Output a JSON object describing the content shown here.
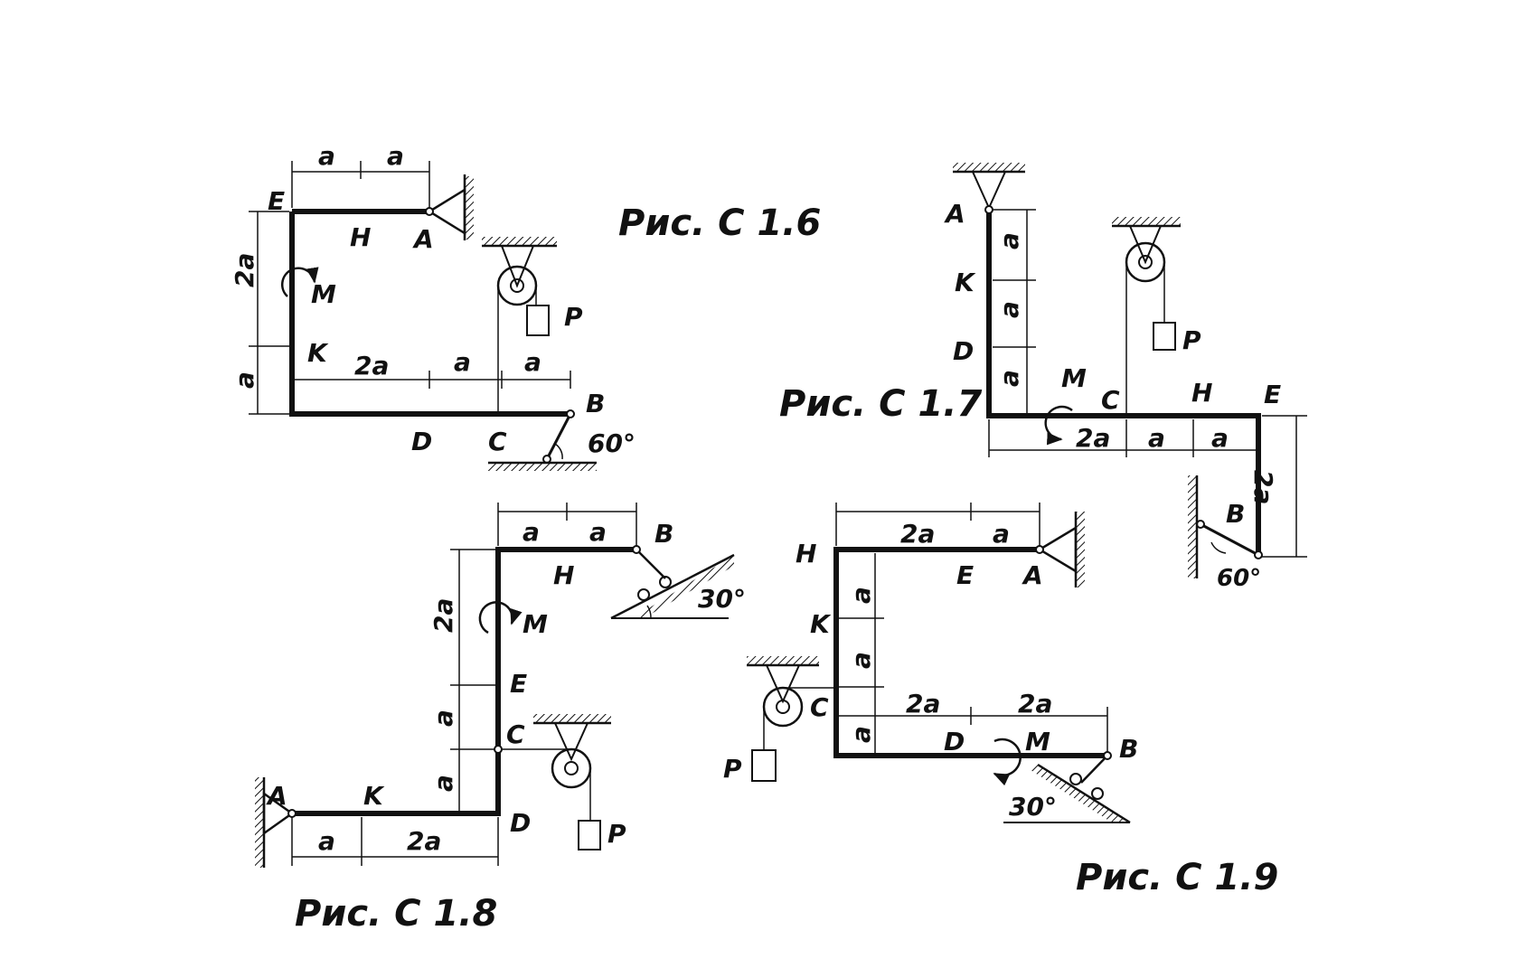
{
  "figures": [
    {
      "id": "c16",
      "caption": "Рис. С 1.6",
      "points": [
        "E",
        "H",
        "A",
        "K",
        "D",
        "C",
        "B"
      ],
      "moment": "M",
      "load": "P",
      "dims_top": [
        "a",
        "a"
      ],
      "dims_left": [
        "2a",
        "a"
      ],
      "dims_bottom": [
        "2a",
        "a",
        "a"
      ],
      "angle": "60°"
    },
    {
      "id": "c17",
      "caption": "Рис. С 1.7",
      "points": [
        "A",
        "K",
        "D",
        "C",
        "H",
        "E",
        "B"
      ],
      "moment": "M",
      "load": "P",
      "dims_left": [
        "a",
        "a",
        "a"
      ],
      "dims_bottom": [
        "2a",
        "a",
        "a"
      ],
      "dims_right": [
        "2a"
      ],
      "angle": "60°"
    },
    {
      "id": "c18",
      "caption": "Рис. С 1.8",
      "points": [
        "B",
        "H",
        "E",
        "C",
        "A",
        "K",
        "D"
      ],
      "moment": "M",
      "load": "P",
      "dims_top": [
        "a",
        "a"
      ],
      "dims_left": [
        "2a",
        "a",
        "a"
      ],
      "dims_bottom": [
        "a",
        "2a"
      ],
      "angle": "30°"
    },
    {
      "id": "c19",
      "caption": "Рис. С 1.9",
      "points": [
        "H",
        "E",
        "A",
        "K",
        "C",
        "D",
        "B"
      ],
      "moment": "M",
      "load": "P",
      "dims_top": [
        "2a",
        "a"
      ],
      "dims_left": [
        "a",
        "a",
        "a"
      ],
      "dims_mid": [
        "2a",
        "2a"
      ],
      "angle": "30°"
    }
  ]
}
